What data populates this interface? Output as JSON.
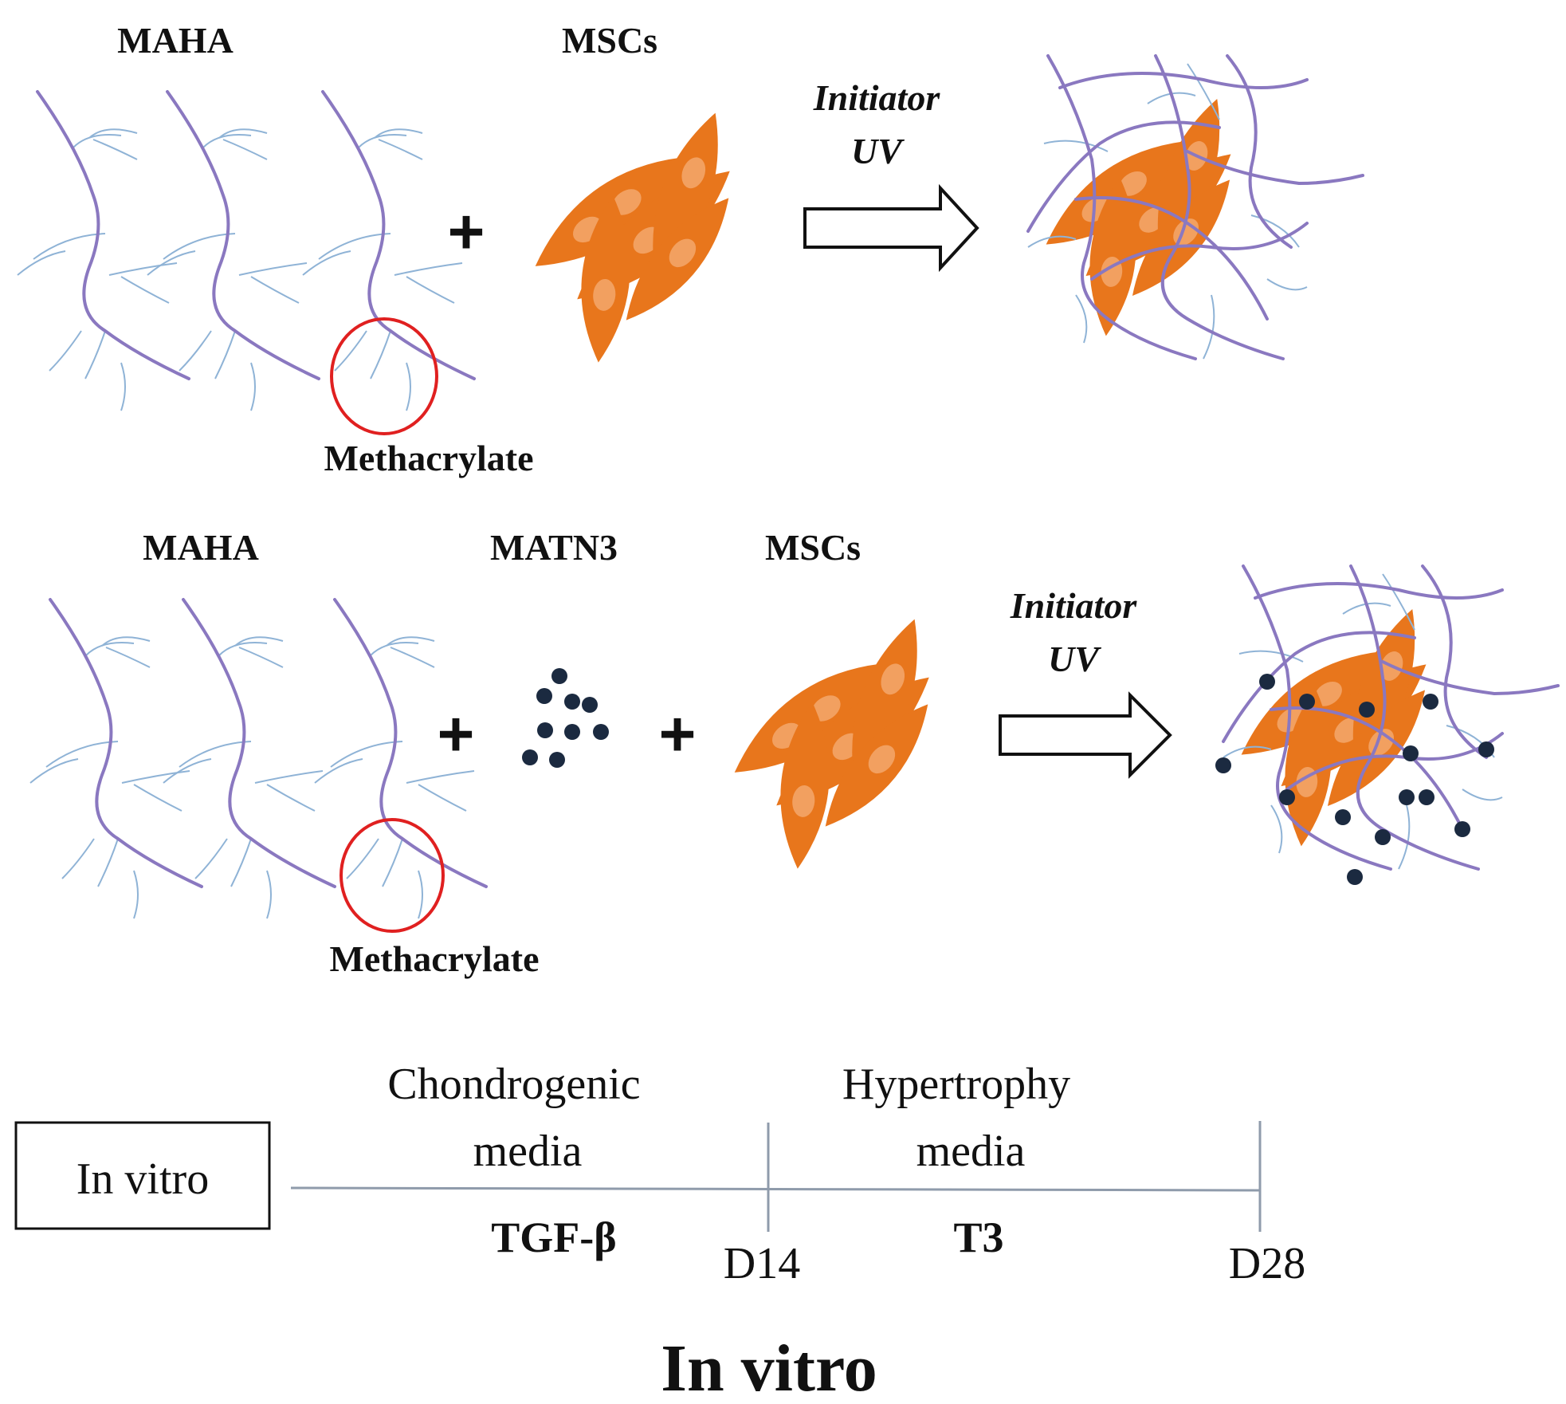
{
  "panel_top": {
    "label_maha": "MAHA",
    "label_mscs": "MSCs",
    "label_methacrylate": "Methacrylate",
    "plus": "+",
    "arrow_line1": "Initiator",
    "arrow_line2": "UV"
  },
  "panel_bottom": {
    "label_maha": "MAHA",
    "label_matn3": "MATN3",
    "label_mscs": "MSCs",
    "label_methacrylate": "Methacrylate",
    "plus1": "+",
    "plus2": "+",
    "arrow_line1": "Initiator",
    "arrow_line2": "UV"
  },
  "timeline": {
    "box_label": "In vitro",
    "phase1_line1": "Chondrogenic",
    "phase1_line2": "media",
    "phase1_factor": "TGF-β",
    "phase2_line1": "Hypertrophy",
    "phase2_line2": "media",
    "phase2_factor": "T3",
    "tick1": "D14",
    "tick2": "D28"
  },
  "title": "In vitro",
  "colors": {
    "polymer_backbone": "#8a78c0",
    "polymer_branch": "#8fb3d6",
    "cell_body": "#e8761c",
    "cell_nucleus": "#f2a060",
    "highlight_circle": "#e02020",
    "matn3_dot": "#1b2a40",
    "timeline_line": "#8f9bab"
  }
}
